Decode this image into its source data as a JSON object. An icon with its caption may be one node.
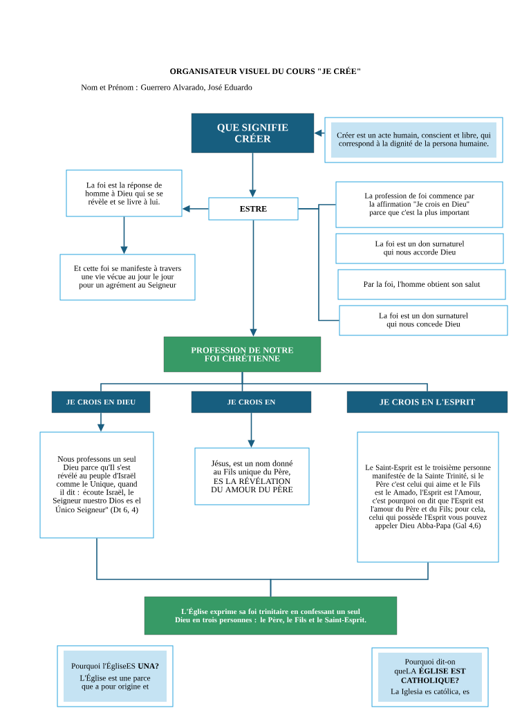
{
  "diagram": {
    "title": "ORGANISATEUR VISUEL DU COURS \"JE CRÉE\"",
    "nodes": [
      {
        "text": [
          "QUE SIGNIFIE CRÉER"
        ]
      },
      {
        "text": [
          "Créer est un acte humain, conscient et libre, qui correspond à la dignité de la persona humaine."
        ]
      },
      {
        "text": [
          "ESTRE"
        ]
      },
      {
        "text": [
          "La foi est la réponse de homme à Dieu qui se se révèle et se livre à lui."
        ]
      },
      {
        "text": [
          "Et cette foi se manifeste à travers une vie vécue au jour le jour pour un agrément au Seigneur"
        ]
      },
      {
        "text": [
          "La profession de foi commence par la affirmation \"Je crois en Dieu\" parce que c'est la plus important"
        ]
      },
      {
        "text": [
          "La foi est un don surnaturel qui nous accorde Dieu"
        ]
      },
      {
        "text": [
          "Par la foi, l'homme obtient son salut"
        ]
      },
      {
        "text": [
          "La foi est un don surnaturel qui nous concede Dieu"
        ]
      },
      {
        "text": [
          "PROFESSION DE NOTRE FOI CHRÉTIENNE"
        ]
      },
      {
        "text": [
          "JE CROIS EN DIEU"
        ]
      },
      {
        "text": [
          "JE CROIS EN"
        ]
      },
      {
        "text": [
          "JE CROIS EN L'ESPRIT"
        ]
      },
      {
        "text": [
          "Nous professons un seul Dieu parce qu'Il s'est révélé au peuple d'Israël comme le Unique, quand il dit : écoute Israël, le Seigneur nuestro Dios es el Único Seigneur'' (Dt 6, 4)"
        ]
      },
      {
        "text": [
          "Jésus, est un nom donné au Fils unique du Père, ES LA RÉVÉLATION DU AMOUR DU PÈRE"
        ]
      },
      {
        "text": [
          "Le Saint-Esprit est le troisième personne manifestée de la Sainte Trinité, si le Père c'est celui qui aime et le Fils est le Amado, l'Esprit est l'Amour, c'est pourquoi on dit que l'Esprit est l'amour du Père et du Fils; pour cela, celui qui possède l'Esprit vous pouvez appeler Dieu Abba-Papa (Gal 4,6)"
        ]
      },
      {
        "text": [
          "L'Église exprime sa foi trinitaire en confessant un seul Dieu en trois personnes : le Père, le Fils et le Saint-Esprit."
        ]
      },
      {
        "text": [
          "Pourquoi l'ÉgliseES **UNA?**",
          "L'Église est une parce que a pour origine et"
        ]
      },
      {
        "text": [
          "Pourquoi dit-on queLA **ÉGLISE EST CATHOLIQUE?**",
          "La Iglesia es católica, es"
        ]
      }
    ],
    "edges": [
      {
        "from": 1,
        "to": 0,
        "arrow": "to"
      },
      {
        "from": 0,
        "to": 2,
        "arrow": "to"
      },
      {
        "from": 2,
        "to": 3,
        "arrow": "to"
      },
      {
        "from": 3,
        "to": 4,
        "arrow": "to"
      },
      {
        "from": 2,
        "to": 5,
        "arrow": "none"
      },
      {
        "from": 2,
        "to": 8,
        "arrow": "none"
      },
      {
        "from": 2,
        "to": 9,
        "arrow": "to"
      },
      {
        "from": 9,
        "to": 10,
        "arrow": "none"
      },
      {
        "from": 9,
        "to": 11,
        "arrow": "none"
      },
      {
        "from": 9,
        "to": 12,
        "arrow": "none"
      },
      {
        "from": 10,
        "to": 13,
        "arrow": "to"
      },
      {
        "from": 11,
        "to": 14,
        "arrow": "to"
      },
      {
        "from": 13,
        "to": 16,
        "arrow": "none"
      },
      {
        "from": 15,
        "to": 16,
        "arrow": "none"
      }
    ],
    "labels": [
      "Nom et Prénom : Guerrero Alvarado, José Eduardo"
    ]
  }
}
